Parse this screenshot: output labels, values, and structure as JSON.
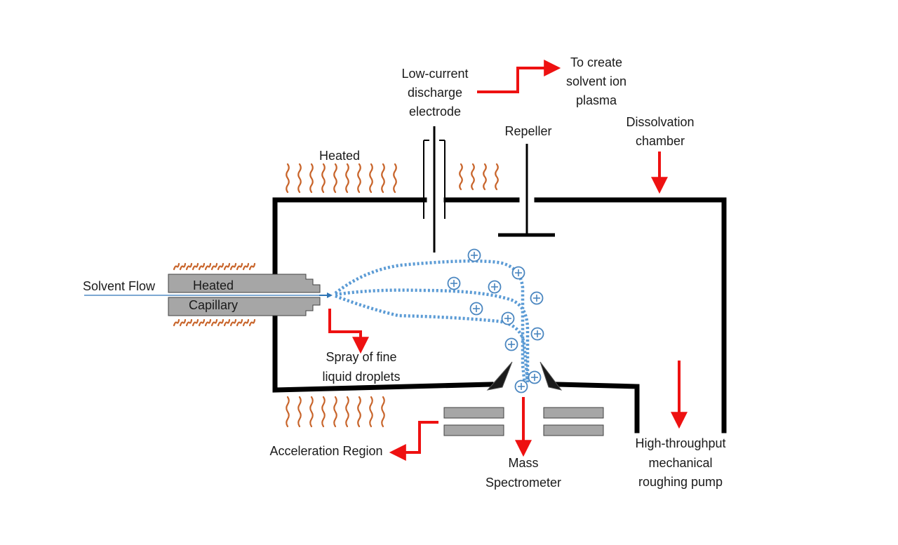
{
  "labels": {
    "electrode_line1": "Low-current",
    "electrode_line2": "discharge",
    "electrode_line3": "electrode",
    "plasma_line1": "To create",
    "plasma_line2": "solvent ion",
    "plasma_line3": "plasma",
    "repeller": "Repeller",
    "chamber_line1": "Dissolvation",
    "chamber_line2": "chamber",
    "heated_top": "Heated",
    "solvent_flow": "Solvent Flow",
    "capillary_line1": "Heated",
    "capillary_line2": "Capillary",
    "spray_line1": "Spray of fine",
    "spray_line2": "liquid droplets",
    "acceleration": "Acceleration Region",
    "ms_line1": "Mass",
    "ms_line2": "Spectrometer",
    "pump_line1": "High-throughput",
    "pump_line2": "mechanical",
    "pump_line3": "roughing pump"
  },
  "icons": {
    "ion": "plus-ion-icon",
    "heat": "heat-wave-icon",
    "arrow": "red-arrow-icon"
  },
  "colors": {
    "arrow": "#ee1111",
    "spray": "#5b9bd5",
    "heat": "#c8642a",
    "capillary": "#a6a6a6",
    "wall": "#000000"
  }
}
